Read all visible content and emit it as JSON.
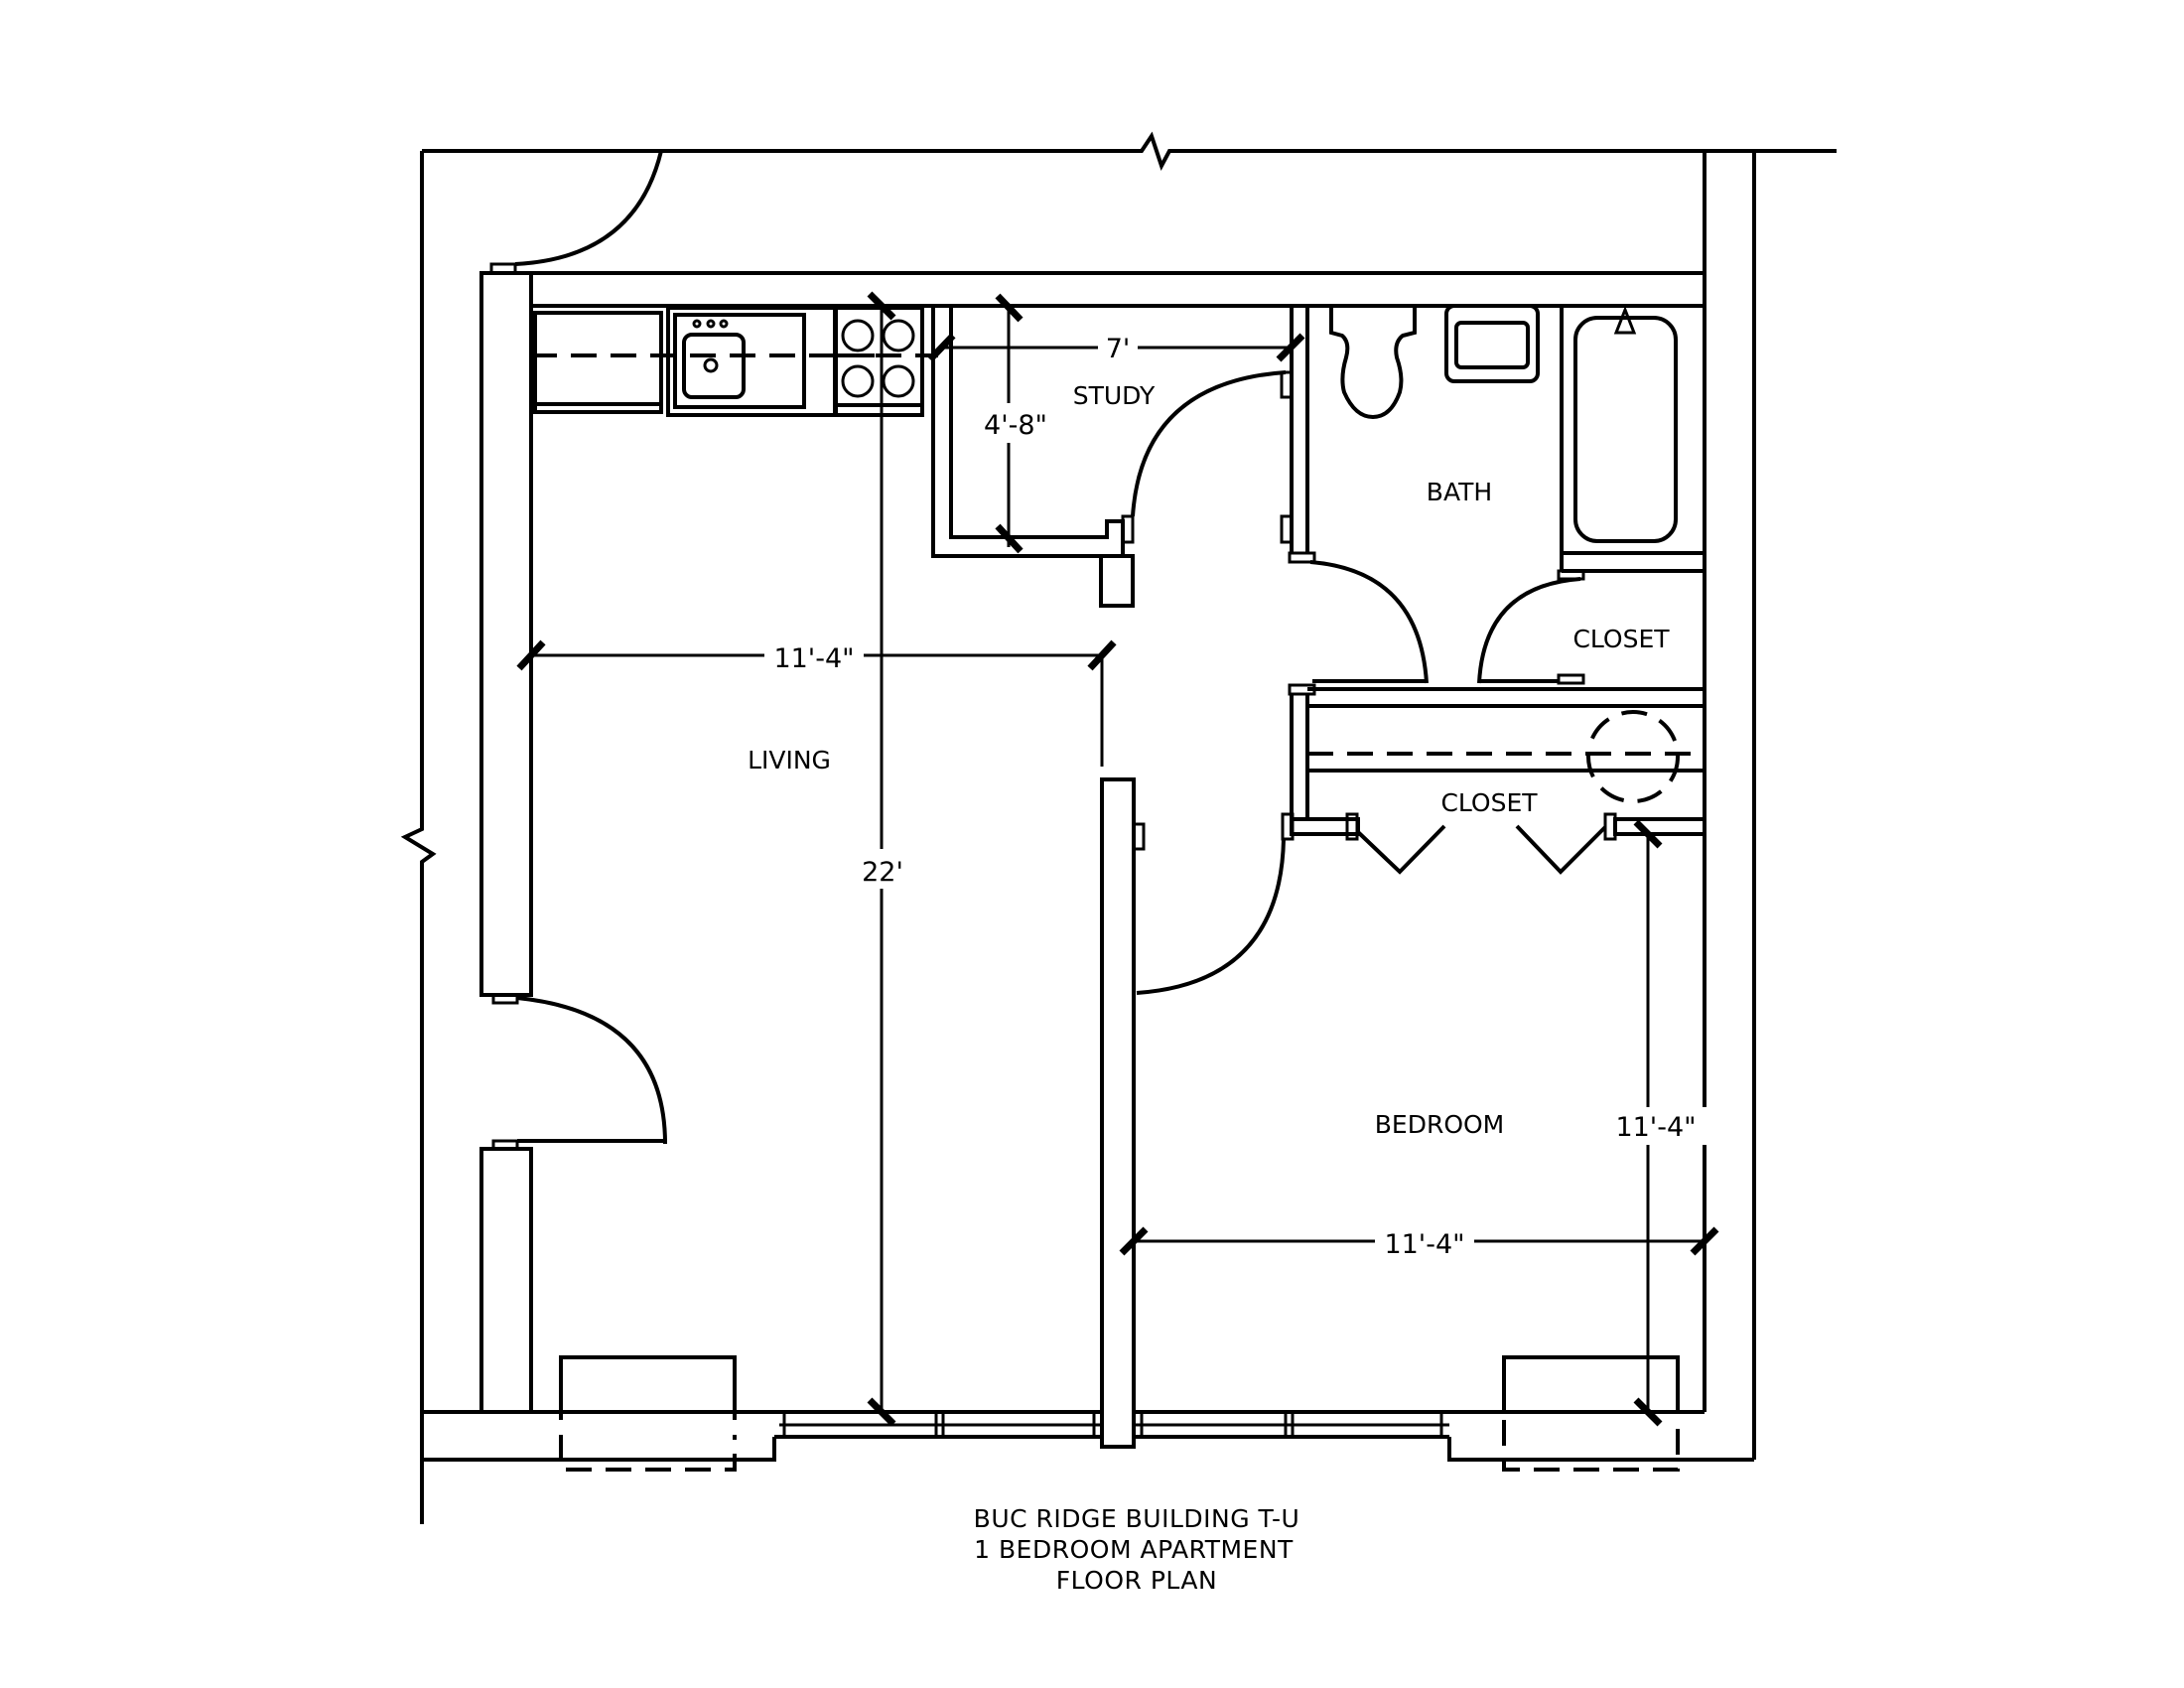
{
  "title": {
    "line1": "BUC RIDGE BUILDING T-U",
    "line2": "1 BEDROOM  APARTMENT",
    "line3": "FLOOR PLAN"
  },
  "rooms": {
    "study": "STUDY",
    "bath": "BATH",
    "closet_upper": "CLOSET",
    "closet_lower": "CLOSET",
    "living": "LIVING",
    "bedroom": "BEDROOM"
  },
  "dimensions": {
    "study_width": "7'",
    "study_depth": "4'-8\"",
    "living_width": "11'-4\"",
    "living_length": "22'",
    "bedroom_width": "11'-4\"",
    "bedroom_depth": "11'-4\""
  },
  "colors": {
    "line": "#000000",
    "background": "#ffffff"
  }
}
